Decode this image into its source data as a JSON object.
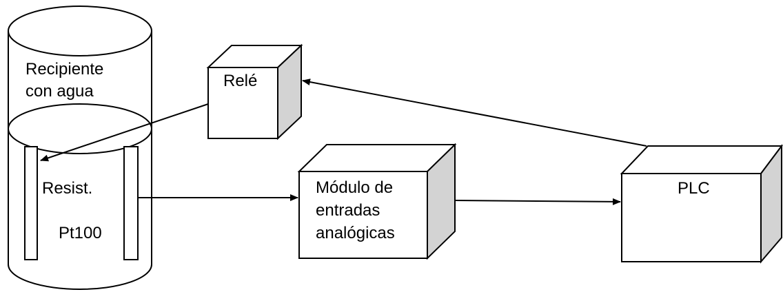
{
  "labels": {
    "tank_line1": "Recipiente",
    "tank_line2": "con agua",
    "resistor": "Resist.",
    "sensor": "Pt100",
    "relay": "Relé",
    "module_line1": "Módulo de",
    "module_line2": "entradas",
    "module_line3": "analógicas",
    "plc": "PLC"
  },
  "colors": {
    "stroke": "#000000",
    "box_front": "#ffffff",
    "box_top": "#ffffff",
    "box_side": "#d3d3d3"
  }
}
